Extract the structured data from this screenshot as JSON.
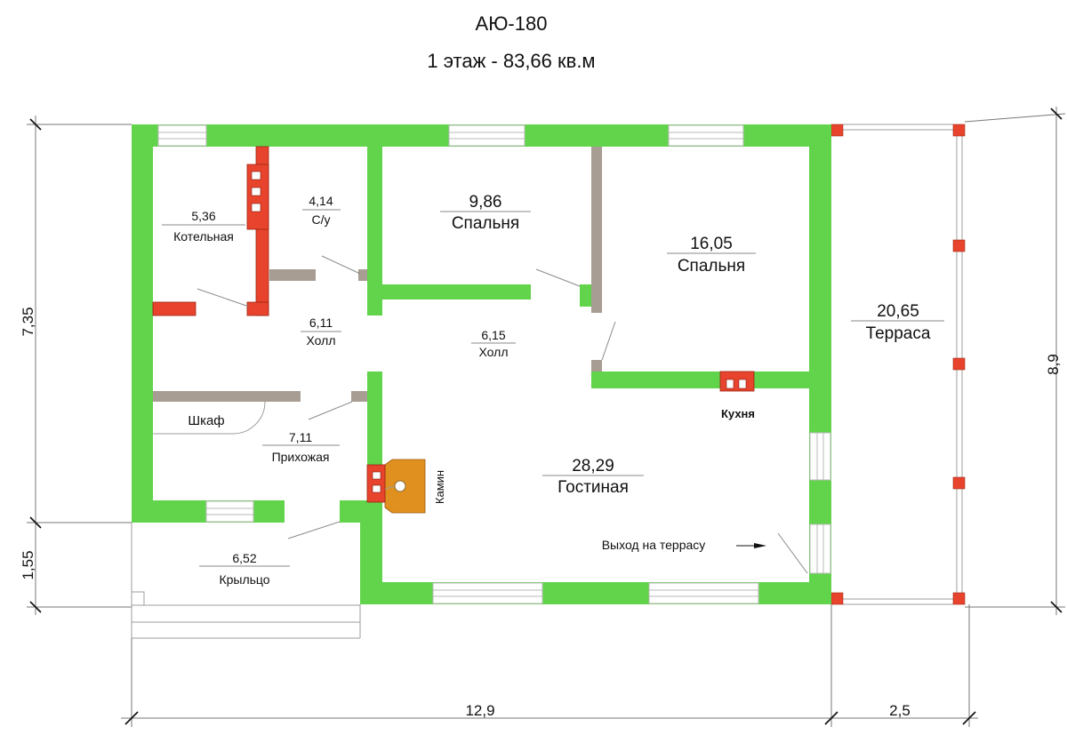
{
  "title": "АЮ-180",
  "subtitle": "1 этаж - 83,66 кв.м",
  "rooms": [
    {
      "area": "5,36",
      "name": "Котельная"
    },
    {
      "area": "4,14",
      "name": "С/у"
    },
    {
      "area": "9,86",
      "name": "Спальня"
    },
    {
      "area": "16,05",
      "name": "Спальня"
    },
    {
      "area": "20,65",
      "name": "Терраса"
    },
    {
      "area": "6,11",
      "name": "Холл"
    },
    {
      "area": "6,15",
      "name": "Холл"
    },
    {
      "area": "7,11",
      "name": "Прихожая"
    },
    {
      "area": "28,29",
      "name": "Гостиная"
    },
    {
      "area": "6,52",
      "name": "Крыльцо"
    }
  ],
  "labels": {
    "wardrobe": "Шкаф",
    "kitchen": "Кухня",
    "fireplace": "Камин",
    "terrace_exit": "Выход на террасу"
  },
  "dimensions": {
    "left_upper": "7,35",
    "left_lower": "1,55",
    "right": "8,9",
    "bottom_main": "12,9",
    "bottom_terrace": "2,5"
  },
  "colors": {
    "wall": "#62d44c",
    "partition": "#a79d92",
    "brick": "#e8432c",
    "column": "#e8432c",
    "fireplace": "#e0901e"
  }
}
